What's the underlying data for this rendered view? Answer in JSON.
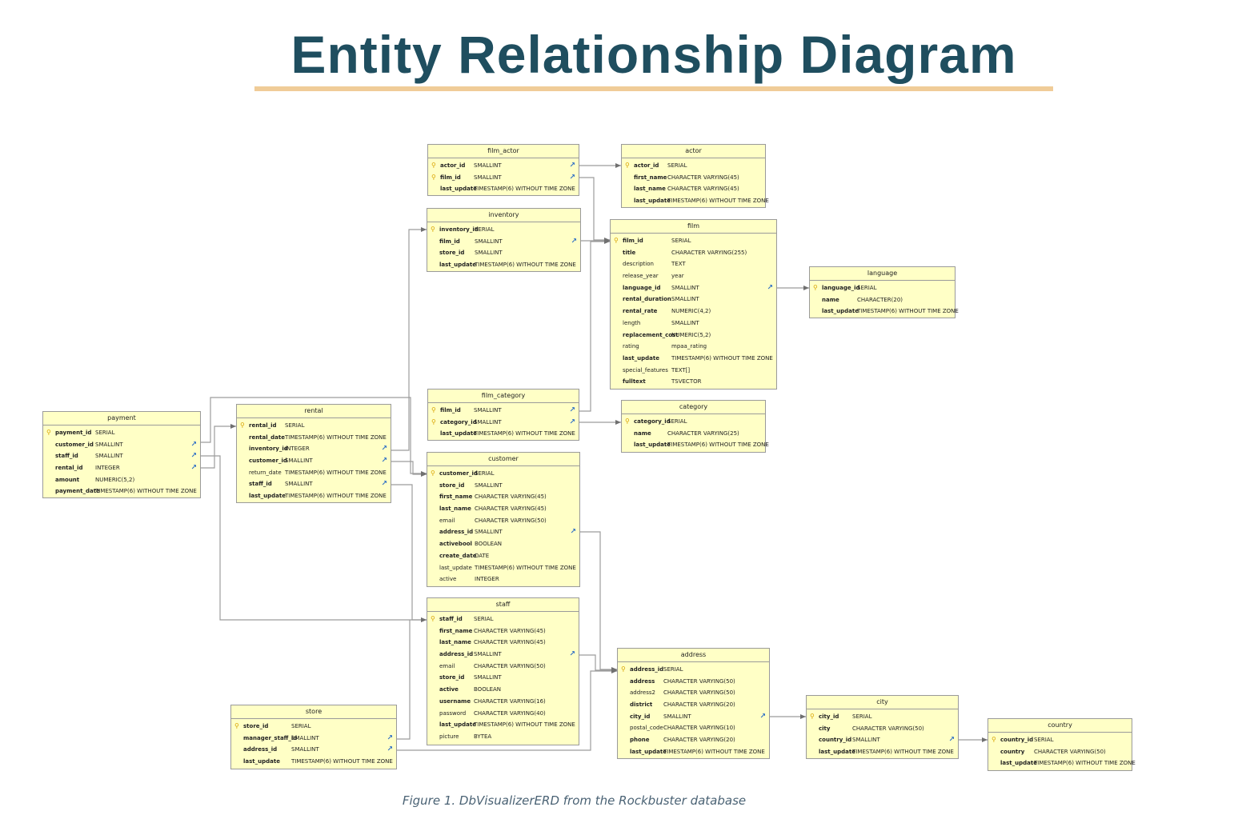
{
  "title": "Entity Relationship Diagram",
  "caption": "Figure 1. DbVisualizerERD from the Rockbuster database",
  "colors": {
    "title": "#1f4e5f",
    "underline": "#f0cc98",
    "table_fill": "#ffffc6",
    "key_icon": "#d9a400",
    "fk_icon": "#2f6fc5"
  },
  "icons": {
    "primary_key": "key-icon",
    "foreign_key": "foreign-key-arrow-icon"
  },
  "tables": {
    "film_actor": {
      "name": "film_actor",
      "columns": [
        {
          "name": "actor_id",
          "type": "SMALLINT"
        },
        {
          "name": "film_id",
          "type": "SMALLINT"
        },
        {
          "name": "last_update",
          "type": "TIMESTAMP(6) WITHOUT TIME ZONE"
        }
      ]
    },
    "actor": {
      "name": "actor",
      "columns": [
        {
          "name": "actor_id",
          "type": "SERIAL"
        },
        {
          "name": "first_name",
          "type": "CHARACTER VARYING(45)"
        },
        {
          "name": "last_name",
          "type": "CHARACTER VARYING(45)"
        },
        {
          "name": "last_update",
          "type": "TIMESTAMP(6) WITHOUT TIME ZONE"
        }
      ]
    },
    "inventory": {
      "name": "inventory",
      "columns": [
        {
          "name": "inventory_id",
          "type": "SERIAL"
        },
        {
          "name": "film_id",
          "type": "SMALLINT"
        },
        {
          "name": "store_id",
          "type": "SMALLINT"
        },
        {
          "name": "last_update",
          "type": "TIMESTAMP(6) WITHOUT TIME ZONE"
        }
      ]
    },
    "film": {
      "name": "film",
      "columns": [
        {
          "name": "film_id",
          "type": "SERIAL"
        },
        {
          "name": "title",
          "type": "CHARACTER VARYING(255)"
        },
        {
          "name": "description",
          "type": "TEXT"
        },
        {
          "name": "release_year",
          "type": "year"
        },
        {
          "name": "language_id",
          "type": "SMALLINT"
        },
        {
          "name": "rental_duration",
          "type": "SMALLINT"
        },
        {
          "name": "rental_rate",
          "type": "NUMERIC(4,2)"
        },
        {
          "name": "length",
          "type": "SMALLINT"
        },
        {
          "name": "replacement_cost",
          "type": "NUMERIC(5,2)"
        },
        {
          "name": "rating",
          "type": "mpaa_rating"
        },
        {
          "name": "last_update",
          "type": "TIMESTAMP(6) WITHOUT TIME ZONE"
        },
        {
          "name": "special_features",
          "type": "TEXT[]"
        },
        {
          "name": "fulltext",
          "type": "TSVECTOR"
        }
      ]
    },
    "language": {
      "name": "language",
      "columns": [
        {
          "name": "language_id",
          "type": "SERIAL"
        },
        {
          "name": "name",
          "type": "CHARACTER(20)"
        },
        {
          "name": "last_update",
          "type": "TIMESTAMP(6) WITHOUT TIME ZONE"
        }
      ]
    },
    "film_category": {
      "name": "film_category",
      "columns": [
        {
          "name": "film_id",
          "type": "SMALLINT"
        },
        {
          "name": "category_id",
          "type": "SMALLINT"
        },
        {
          "name": "last_update",
          "type": "TIMESTAMP(6) WITHOUT TIME ZONE"
        }
      ]
    },
    "category": {
      "name": "category",
      "columns": [
        {
          "name": "category_id",
          "type": "SERIAL"
        },
        {
          "name": "name",
          "type": "CHARACTER VARYING(25)"
        },
        {
          "name": "last_update",
          "type": "TIMESTAMP(6) WITHOUT TIME ZONE"
        }
      ]
    },
    "payment": {
      "name": "payment",
      "columns": [
        {
          "name": "payment_id",
          "type": "SERIAL"
        },
        {
          "name": "customer_id",
          "type": "SMALLINT"
        },
        {
          "name": "staff_id",
          "type": "SMALLINT"
        },
        {
          "name": "rental_id",
          "type": "INTEGER"
        },
        {
          "name": "amount",
          "type": "NUMERIC(5,2)"
        },
        {
          "name": "payment_date",
          "type": "TIMESTAMP(6) WITHOUT TIME ZONE"
        }
      ]
    },
    "rental": {
      "name": "rental",
      "columns": [
        {
          "name": "rental_id",
          "type": "SERIAL"
        },
        {
          "name": "rental_date",
          "type": "TIMESTAMP(6) WITHOUT TIME ZONE"
        },
        {
          "name": "inventory_id",
          "type": "INTEGER"
        },
        {
          "name": "customer_id",
          "type": "SMALLINT"
        },
        {
          "name": "return_date",
          "type": "TIMESTAMP(6) WITHOUT TIME ZONE"
        },
        {
          "name": "staff_id",
          "type": "SMALLINT"
        },
        {
          "name": "last_update",
          "type": "TIMESTAMP(6) WITHOUT TIME ZONE"
        }
      ]
    },
    "customer": {
      "name": "customer",
      "columns": [
        {
          "name": "customer_id",
          "type": "SERIAL"
        },
        {
          "name": "store_id",
          "type": "SMALLINT"
        },
        {
          "name": "first_name",
          "type": "CHARACTER VARYING(45)"
        },
        {
          "name": "last_name",
          "type": "CHARACTER VARYING(45)"
        },
        {
          "name": "email",
          "type": "CHARACTER VARYING(50)"
        },
        {
          "name": "address_id",
          "type": "SMALLINT"
        },
        {
          "name": "activebool",
          "type": "BOOLEAN"
        },
        {
          "name": "create_date",
          "type": "DATE"
        },
        {
          "name": "last_update",
          "type": "TIMESTAMP(6) WITHOUT TIME ZONE"
        },
        {
          "name": "active",
          "type": "INTEGER"
        }
      ]
    },
    "staff": {
      "name": "staff",
      "columns": [
        {
          "name": "staff_id",
          "type": "SERIAL"
        },
        {
          "name": "first_name",
          "type": "CHARACTER VARYING(45)"
        },
        {
          "name": "last_name",
          "type": "CHARACTER VARYING(45)"
        },
        {
          "name": "address_id",
          "type": "SMALLINT"
        },
        {
          "name": "email",
          "type": "CHARACTER VARYING(50)"
        },
        {
          "name": "store_id",
          "type": "SMALLINT"
        },
        {
          "name": "active",
          "type": "BOOLEAN"
        },
        {
          "name": "username",
          "type": "CHARACTER VARYING(16)"
        },
        {
          "name": "password",
          "type": "CHARACTER VARYING(40)"
        },
        {
          "name": "last_update",
          "type": "TIMESTAMP(6) WITHOUT TIME ZONE"
        },
        {
          "name": "picture",
          "type": "BYTEA"
        }
      ]
    },
    "store": {
      "name": "store",
      "columns": [
        {
          "name": "store_id",
          "type": "SERIAL"
        },
        {
          "name": "manager_staff_id",
          "type": "SMALLINT"
        },
        {
          "name": "address_id",
          "type": "SMALLINT"
        },
        {
          "name": "last_update",
          "type": "TIMESTAMP(6) WITHOUT TIME ZONE"
        }
      ]
    },
    "address": {
      "name": "address",
      "columns": [
        {
          "name": "address_id",
          "type": "SERIAL"
        },
        {
          "name": "address",
          "type": "CHARACTER VARYING(50)"
        },
        {
          "name": "address2",
          "type": "CHARACTER VARYING(50)"
        },
        {
          "name": "district",
          "type": "CHARACTER VARYING(20)"
        },
        {
          "name": "city_id",
          "type": "SMALLINT"
        },
        {
          "name": "postal_code",
          "type": "CHARACTER VARYING(10)"
        },
        {
          "name": "phone",
          "type": "CHARACTER VARYING(20)"
        },
        {
          "name": "last_update",
          "type": "TIMESTAMP(6) WITHOUT TIME ZONE"
        }
      ]
    },
    "city": {
      "name": "city",
      "columns": [
        {
          "name": "city_id",
          "type": "SERIAL"
        },
        {
          "name": "city",
          "type": "CHARACTER VARYING(50)"
        },
        {
          "name": "country_id",
          "type": "SMALLINT"
        },
        {
          "name": "last_update",
          "type": "TIMESTAMP(6) WITHOUT TIME ZONE"
        }
      ]
    },
    "country": {
      "name": "country",
      "columns": [
        {
          "name": "country_id",
          "type": "SERIAL"
        },
        {
          "name": "country",
          "type": "CHARACTER VARYING(50)"
        },
        {
          "name": "last_update",
          "type": "TIMESTAMP(6) WITHOUT TIME ZONE"
        }
      ]
    }
  }
}
